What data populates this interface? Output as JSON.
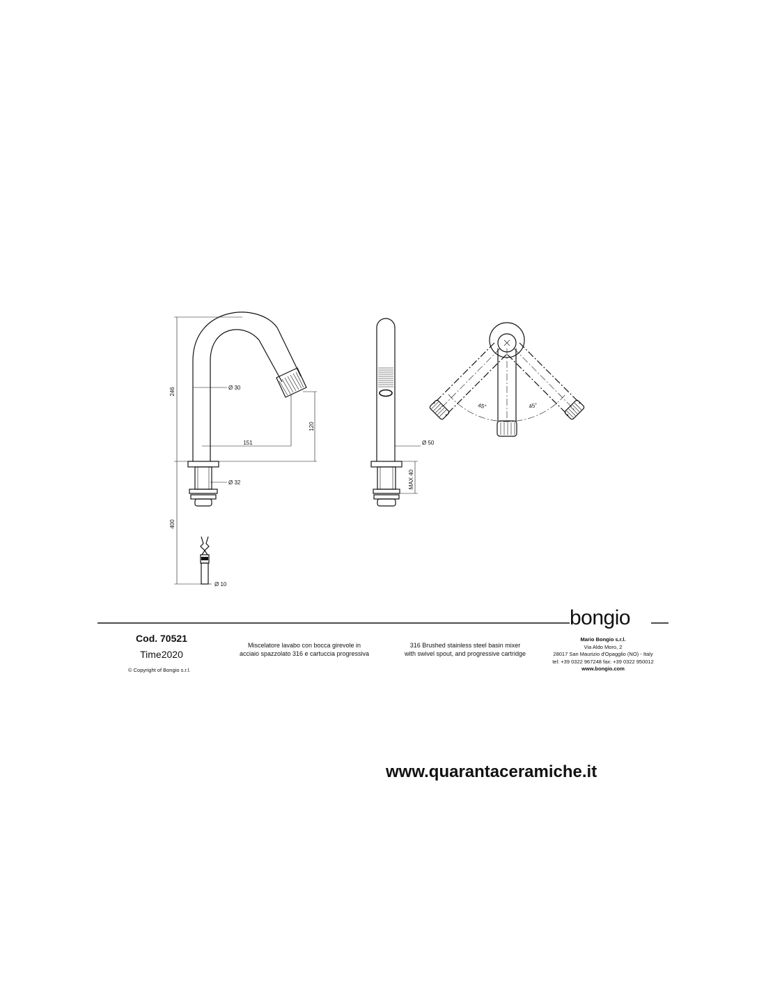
{
  "dimensions": {
    "height_total": "246",
    "spout_diameter": "Ø 30",
    "spout_height": "120",
    "spout_reach": "151",
    "shank_diameter": "Ø 32",
    "hose_length": "400",
    "hose_diameter": "Ø 10",
    "base_diameter": "Ø 50",
    "max_thickness": "MAX 40",
    "angle_left": "45°",
    "angle_right": "45°"
  },
  "footer": {
    "product_code": "Cod. 70521",
    "product_name": "Time2020",
    "copyright": "© Copyright of Bongio s.r.l.",
    "desc_it_line1": "Miscelatore lavabo con bocca girevole in",
    "desc_it_line2": "acciaio spazzolato 316 e cartuccia progressiva",
    "desc_en_line1": "316 Brushed stainless steel basin mixer",
    "desc_en_line2": "with swivel spout, and progressive cartridge",
    "brand": "bongio",
    "company_name": "Mario Bongio s.r.l.",
    "company_address1": "Via Aldo Moro, 2",
    "company_address2": "28017 San Maurizio d'Opagglio (NO) - Italy",
    "company_phone": "tel: +39 0322 967248 fax: +39 0322 950012",
    "company_web": "www.bongio.com"
  },
  "website": "www.quarantaceramiche.it"
}
